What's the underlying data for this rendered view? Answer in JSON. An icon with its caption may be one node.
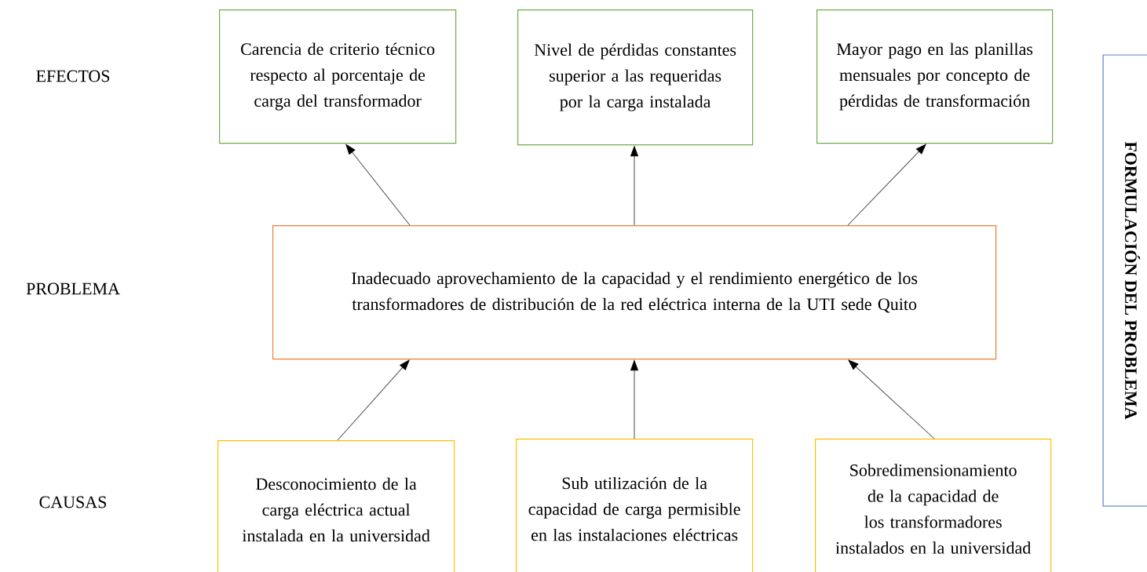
{
  "diagram": {
    "nodes": [
      {
        "text": [
          "Carencia de criterio técnico respecto al porcentaje de carga del transformador"
        ]
      },
      {
        "text": [
          "Nivel de pérdidas constantes superior a las requeridas por la carga instalada"
        ]
      },
      {
        "text": [
          "Mayor pago en las planillas mensuales por concepto de pérdidas de transformación"
        ]
      },
      {
        "text": [
          "Inadecuado aprovechamiento de la capacidad y el rendimiento energético de los transformadores de distribución de la red eléctrica interna de la UTI sede Quito"
        ]
      },
      {
        "text": [
          "Desconocimiento de la carga eléctrica actual instalada en la universidad"
        ]
      },
      {
        "text": [
          "Sub utilización de la capacidad de carga permisible en las instalaciones eléctricas"
        ]
      },
      {
        "text": [
          "Sobredimensionamiento de la capacidad de los transformadores instalados en la universidad"
        ]
      },
      {
        "text": [
          "FORMULACIÓN DEL PROBLEMA"
        ]
      }
    ],
    "edges": [
      {
        "from": 3,
        "to": 0,
        "arrow": "to"
      },
      {
        "from": 3,
        "to": 1,
        "arrow": "to"
      },
      {
        "from": 3,
        "to": 2,
        "arrow": "to"
      },
      {
        "from": 4,
        "to": 3,
        "arrow": "to"
      },
      {
        "from": 5,
        "to": 3,
        "arrow": "to"
      },
      {
        "from": 6,
        "to": 3,
        "arrow": "to"
      }
    ],
    "labels": [
      "EFECTOS",
      "PROBLEMA",
      "CAUSAS"
    ]
  }
}
